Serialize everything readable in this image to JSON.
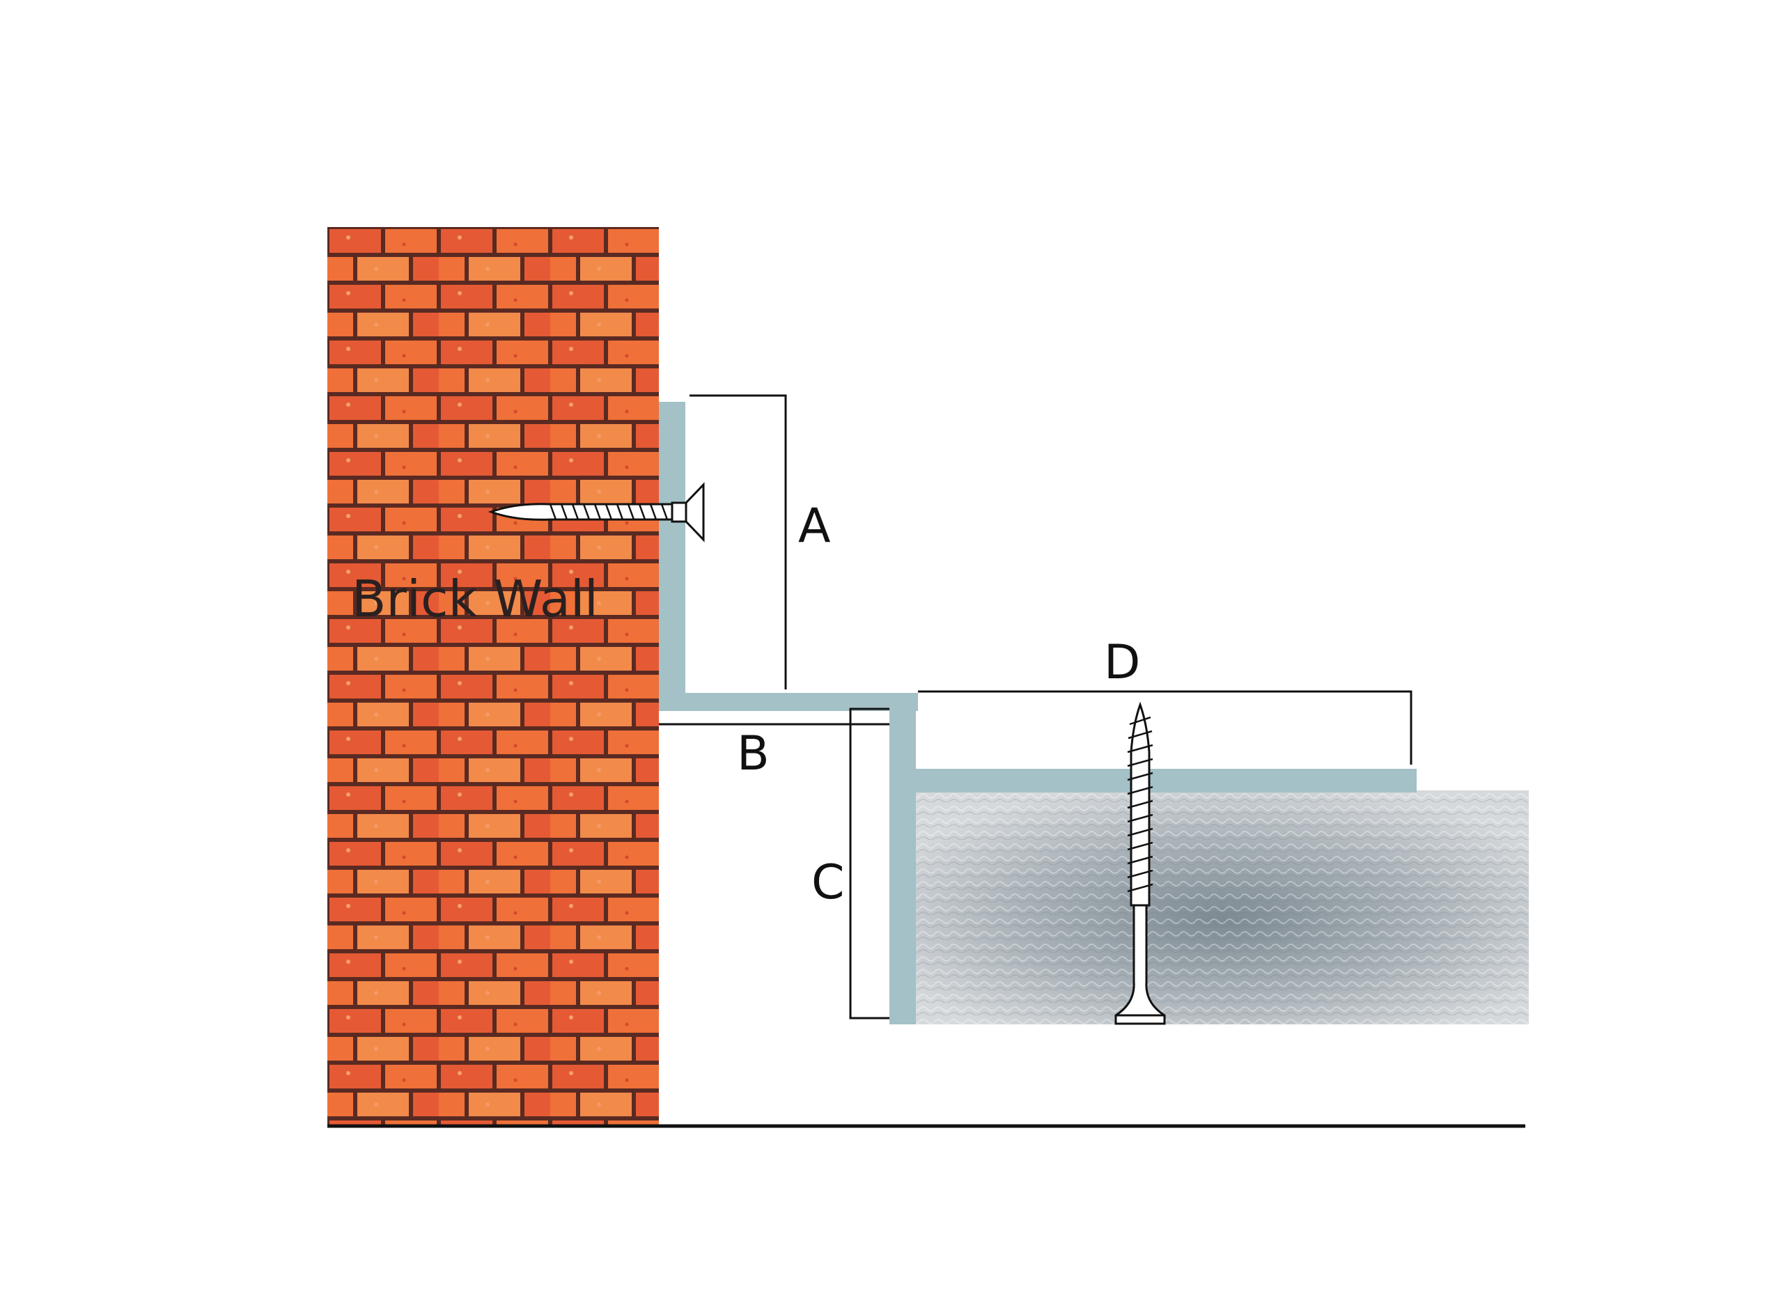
{
  "labels": {
    "wall": "Brick Wall",
    "dim_a": "A",
    "dim_b": "B",
    "dim_c": "C",
    "dim_d": "D"
  },
  "colors": {
    "brick_light": "#ef7038",
    "brick_dark": "#e55a34",
    "brick_accent": "#f28a4a",
    "mortar": "#5a2a22",
    "profile": "#a3c1c6",
    "board_light": "#d6d9dc",
    "board_dark": "#7d8a92",
    "dimension_line": "#111111",
    "floor_line": "#111111"
  },
  "icons": {
    "wall_screw": "horizontal-screw-icon",
    "board_screw": "vertical-screw-icon"
  }
}
